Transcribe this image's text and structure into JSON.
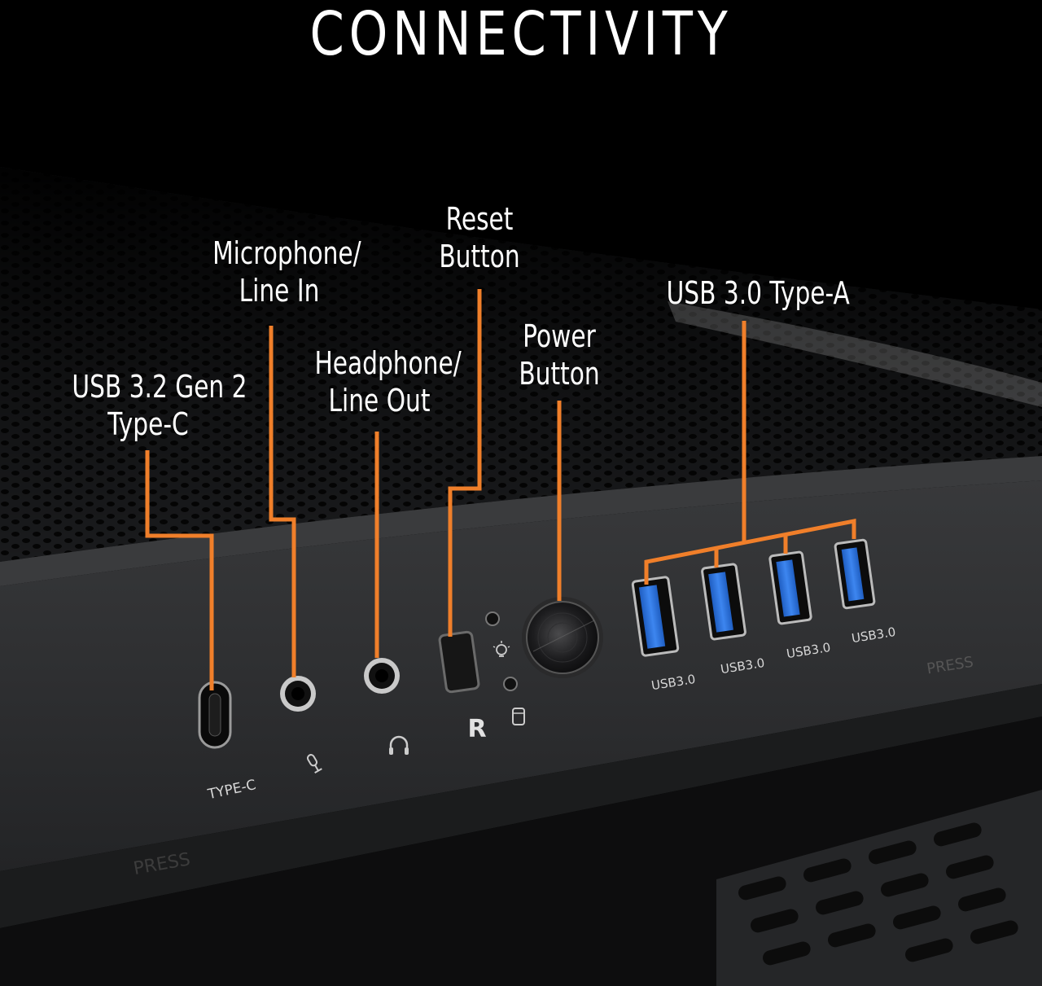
{
  "title": "CONNECTIVITY",
  "callouts": {
    "usb_c": {
      "line1": "USB 3.2 Gen 2",
      "line2": "Type-C"
    },
    "mic": {
      "line1": "Microphone/",
      "line2": "Line In"
    },
    "headphone": {
      "line1": "Headphone/",
      "line2": "Line Out"
    },
    "reset": {
      "line1": "Reset",
      "line2": "Button"
    },
    "power": {
      "line1": "Power",
      "line2": "Button"
    },
    "usb_a": {
      "line1": "USB 3.0 Type-A"
    }
  },
  "panel_labels": {
    "type_c": "TYPE-C",
    "reset_mark": "R",
    "usb_port": "USB3.0",
    "press_right": "PRESS",
    "press_left": "PRESS"
  },
  "colors": {
    "leader": "#f07f2a",
    "usb_blue": "#2a6fd8",
    "panel": "#2c2d2f"
  },
  "icons": [
    "microphone-icon",
    "headphone-icon",
    "led-light-icon",
    "hdd-icon"
  ]
}
